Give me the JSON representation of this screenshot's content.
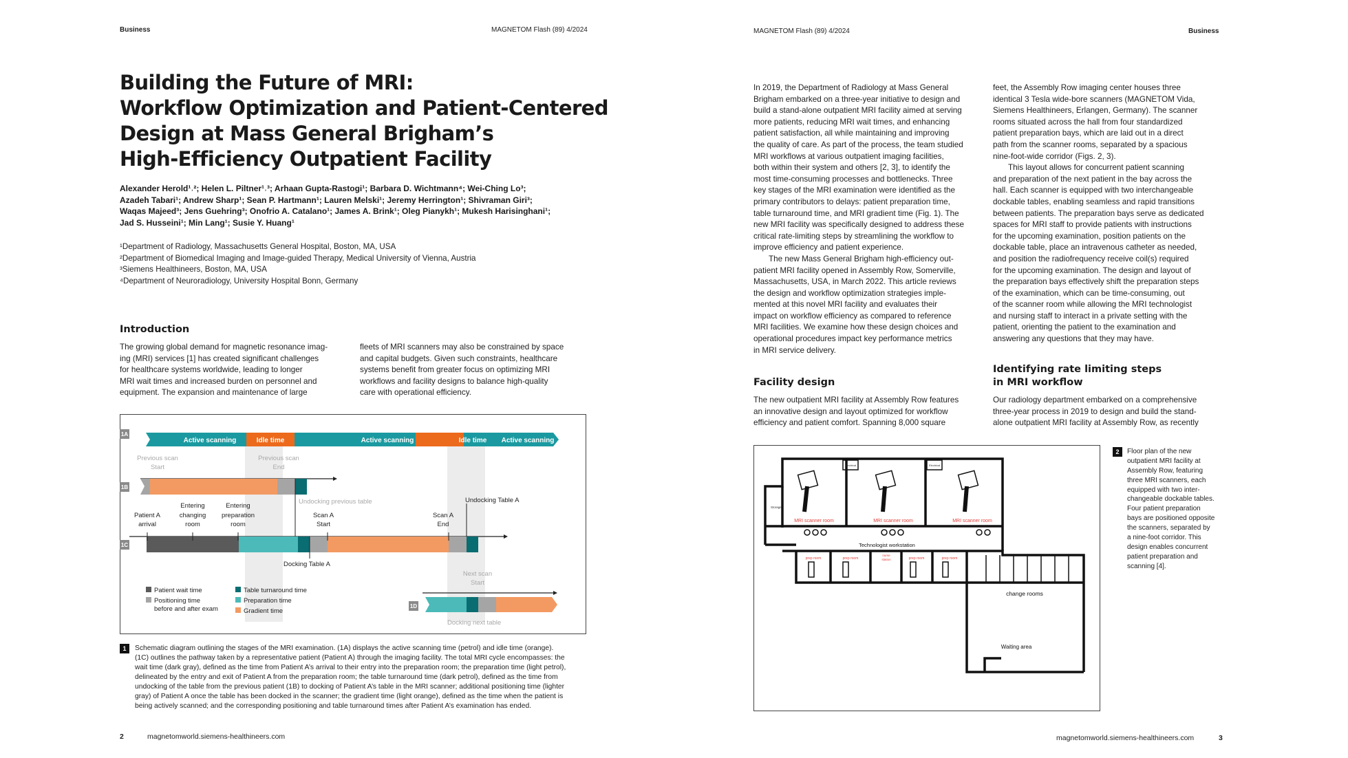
{
  "left_page": {
    "header": {
      "section": "Business",
      "journal": "MAGNETOM Flash (89) 4/2024"
    },
    "title_lines": [
      "Building the Future of MRI:",
      "Workflow Optimization and Patient-Centered",
      "Design at Mass General Brigham’s",
      "High-Efficiency Outpatient Facility"
    ],
    "author_lines": [
      "Alexander Herold¹˒²; Helen L. Piltner¹˒³; Arhaan Gupta-Rastogi¹; Barbara D. Wichtmann⁴; Wei-Ching Lo³;",
      "Azadeh Tabari¹; Andrew Sharp¹; Sean P. Hartmann¹; Lauren Melski¹; Jeremy Herrington¹; Shivraman Giri³;",
      "Waqas Majeed³; Jens Guehring³; Onofrio A. Catalano¹; James A. Brink¹; Oleg Pianykh¹; Mukesh Harisinghani¹;",
      "Jad S. Husseini¹; Min Lang¹; Susie Y. Huang¹"
    ],
    "affiliations": [
      "¹Department of Radiology, Massachusetts General Hospital, Boston, MA, USA",
      "²Department of Biomedical Imaging and Image-guided Therapy, Medical University of Vienna, Austria",
      "³Siemens Healthineers, Boston, MA, USA",
      "⁴Department of Neuroradiology, University Hospital Bonn, Germany"
    ],
    "intro_heading": "Introduction",
    "intro_col1": [
      "The growing global demand for magnetic resonance imag-",
      "ing (MRI) services [1] has created significant challenges",
      "for healthcare systems worldwide, leading to longer",
      "MRI wait times and increased burden on personnel and",
      "equipment. The expansion and maintenance of large"
    ],
    "intro_col2": [
      "fleets of MRI scanners may also be constrained by space",
      "and capital budgets. Given such constraints, healthcare",
      "systems benefit from greater focus on optimizing MRI",
      "workflows and facility designs to balance high-quality",
      "care with operational efficiency."
    ],
    "figure1": {
      "row_labels": {
        "a": "1A",
        "b": "1B",
        "c": "1C",
        "d": "1D"
      },
      "active_scanning": "Active scanning",
      "idle_time": "Idle time",
      "previous_scan_start": [
        "Previous scan",
        "Start"
      ],
      "previous_scan_end": [
        "Previous scan",
        "End"
      ],
      "undocking_previous_table": "Undocking previous table",
      "undocking_table_a": "Undocking Table A",
      "patient_a_arrival": [
        "Patient A",
        "arrival"
      ],
      "entering_changing_room": [
        "Entering",
        "changing",
        "room"
      ],
      "entering_preparation_room": [
        "Entering",
        "preparation",
        "room"
      ],
      "scan_a_start": [
        "Scan A",
        "Start"
      ],
      "scan_a_end": [
        "Scan A",
        "End"
      ],
      "docking_table_a": "Docking Table A",
      "next_scan_start": [
        "Next scan",
        "Start"
      ],
      "docking_next_table": "Docking next table",
      "legend": {
        "patient_wait_time": "Patient wait time",
        "positioning_time": [
          "Positioning time",
          "before and after exam"
        ],
        "table_turnaround_time": "Table turnaround time",
        "preparation_time": "Preparation time",
        "gradient_time": "Gradient time"
      },
      "colors": {
        "petrol": "#1a9aa0",
        "orange": "#ec6a1c",
        "dark_gray": "#5a5a5a",
        "light_gray": "#a5a5a5",
        "dark_petrol": "#0a6d72",
        "light_petrol": "#4bbab8",
        "light_orange": "#f39a62",
        "band_gray": "#ececec"
      }
    },
    "caption1": {
      "number": "1",
      "lines": [
        "Schematic diagram outlining the stages of the MRI examination. (1A) displays the active scanning time (petrol) and idle time (orange).",
        "(1C) outlines the pathway taken by a representative patient (Patient A) through the imaging facility. The total MRI cycle encompasses: the",
        "wait time (dark gray), defined as the time from Patient A’s arrival to their entry into the preparation room; the preparation time (light petrol),",
        "delineated by the entry and exit of Patient A from the preparation room; the table turnaround time (dark petrol), defined as the time from",
        "undocking of the table from the previous patient (1B) to docking of Patient A’s table in the MRI scanner; additional positioning time (lighter",
        "gray) of Patient A once the table has been docked in the scanner; the gradient time (light orange), defined as the time when the patient is",
        "being actively scanned; and the corresponding positioning and table turnaround times after Patient A’s examination has ended."
      ]
    },
    "footer": {
      "page": "2",
      "url": "magnetomworld.siemens-healthineers.com"
    }
  },
  "right_page": {
    "header": {
      "journal": "MAGNETOM Flash (89) 4/2024",
      "section": "Business"
    },
    "col1_p1": [
      "In 2019, the Department of Radiology at Mass General",
      "Brigham embarked on a three-year initiative to design and",
      "build a stand-alone outpatient MRI facility aimed at serving",
      "more patients, reducing MRI wait times, and enhancing",
      "patient satisfaction, all while maintaining and improving",
      "the quality of care. As part of the process, the team studied",
      "MRI workflows at various outpatient imaging facilities,",
      "both within their system and others [2, 3], to identify the",
      "most time-consuming processes and bottlenecks. Three",
      "key stages of the MRI examination were identified as the",
      "primary contributors to delays: patient preparation time,",
      "table turnaround time, and MRI gradient time (Fig. 1). The",
      "new MRI facility was specifically designed to address these",
      "critical rate-limiting steps by streamlining the workflow to",
      "improve efficiency and patient experience."
    ],
    "col1_p2": [
      "The new Mass General Brigham high-efficiency out-",
      "patient MRI facility opened in Assembly Row, Somerville,",
      "Massachusetts, USA, in March 2022. This article reviews",
      "the design and workflow optimization strategies imple-",
      "mented at this novel MRI facility and evaluates their",
      "impact on workflow efficiency as compared to reference",
      "MRI facilities. We examine how these design choices and",
      "operational procedures impact key performance metrics",
      "in MRI service delivery."
    ],
    "facility_heading": "Facility design",
    "col1_p3": [
      "The new outpatient MRI facility at Assembly Row features",
      "an innovative design and layout optimized for workflow",
      "efficiency and patient comfort. Spanning 8,000 square"
    ],
    "col2_p1": [
      "feet, the Assembly Row imaging center houses three",
      "identical 3 Tesla wide-bore scanners (MAGNETOM Vida,",
      "Siemens Healthineers, Erlangen, Germany). The scanner",
      "rooms situated across the hall from four standardized",
      "patient preparation bays, which are laid out in a direct",
      "path from the scanner rooms, separated by a spacious",
      "nine-foot-wide corridor (Figs. 2, 3)."
    ],
    "col2_p2": [
      "This layout allows for concurrent patient scanning",
      "and preparation of the next patient in the bay across the",
      "hall. Each scanner is equipped with two interchangeable",
      "dockable tables, enabling seamless and rapid transitions",
      "between patients. The preparation bays serve as dedicated",
      "spaces for MRI staff to provide patients with instructions",
      "for the upcoming examination, position patients on the",
      "dockable table, place an intravenous catheter as needed,",
      "and position the radiofrequency receive coil(s) required",
      "for the upcoming examination. The design and layout of",
      "the preparation bays effectively shift the preparation steps",
      "of the examination, which can be time-consuming, out",
      "of the scanner room while allowing the MRI technologist",
      "and nursing staff to interact in a private setting with the",
      "patient, orienting the patient to the examination and",
      "answering any questions that they may have."
    ],
    "rate_heading": [
      "Identifying rate limiting steps",
      "in MRI workflow"
    ],
    "col2_p3": [
      "Our radiology department embarked on a comprehensive",
      "three-year process in 2019 to design and build the stand-",
      "alone outpatient MRI facility at Assembly Row, as recently"
    ],
    "figure2": {
      "scanner_room": "MRI scanner room",
      "technologist_workstation": "Technologist workstation",
      "prep_room": "prep room",
      "nurse_station": [
        "nurse",
        "station"
      ],
      "change_rooms": "change rooms",
      "waiting_area": "Waiting area",
      "electrical": "Electrical",
      "storage": "Storage",
      "label_red": "#e0413a"
    },
    "caption2": {
      "number": "2",
      "lines": [
        "Floor plan of the new",
        "outpatient MRI facility at",
        "Assembly Row, featuring",
        "three MRI scanners, each",
        "equipped with two inter-",
        "changeable dockable tables.",
        "Four patient preparation",
        "bays are positioned opposite",
        "the scanners, separated by",
        "a nine-foot corridor. This",
        "design enables concurrent",
        "patient preparation and",
        "scanning [4]."
      ]
    },
    "footer": {
      "url": "magnetomworld.siemens-healthineers.com",
      "page": "3"
    }
  }
}
